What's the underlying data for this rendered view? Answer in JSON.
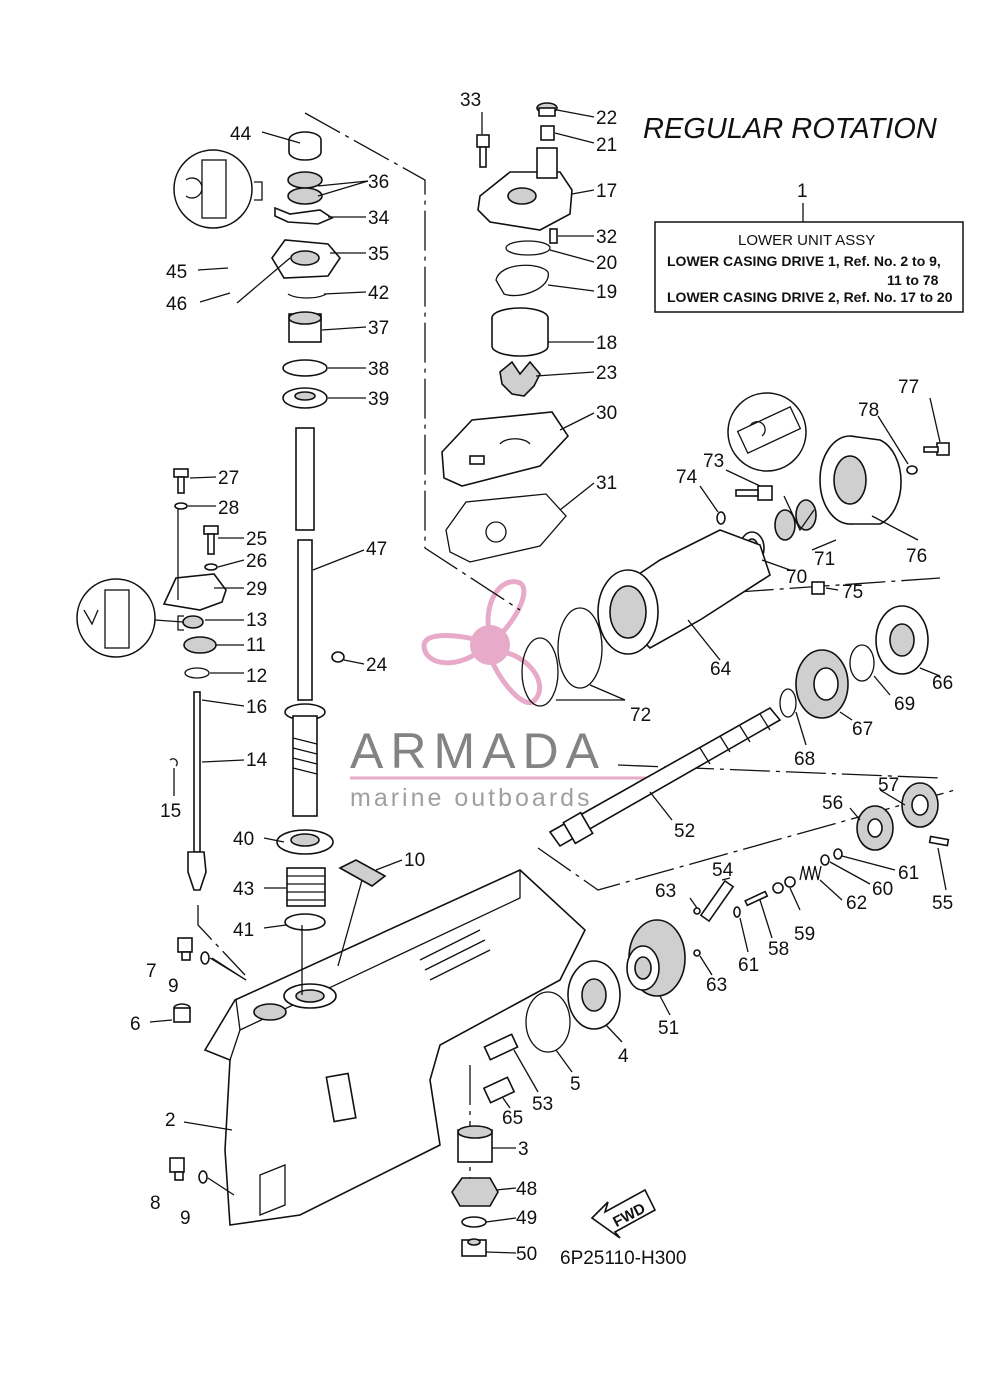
{
  "title": "REGULAR ROTATION",
  "drawing_code": "6P25110-H300",
  "fwd_label": "FWD",
  "watermark": {
    "brand": "ARMADA",
    "tagline": "marine outboards",
    "color": "#e6a6c6"
  },
  "assy_box": {
    "number": "1",
    "heading": "LOWER UNIT ASSY",
    "line1": "LOWER CASING DRIVE 1, Ref. No. 2 to 9,",
    "line2": "11 to 78",
    "line3": "LOWER CASING DRIVE 2,  Ref. No. 17 to 20"
  },
  "callouts": [
    {
      "n": "44"
    },
    {
      "n": "36"
    },
    {
      "n": "34"
    },
    {
      "n": "35"
    },
    {
      "n": "45"
    },
    {
      "n": "46"
    },
    {
      "n": "42"
    },
    {
      "n": "37"
    },
    {
      "n": "38"
    },
    {
      "n": "39"
    },
    {
      "n": "33"
    },
    {
      "n": "22"
    },
    {
      "n": "21"
    },
    {
      "n": "17"
    },
    {
      "n": "32"
    },
    {
      "n": "20"
    },
    {
      "n": "19"
    },
    {
      "n": "18"
    },
    {
      "n": "23"
    },
    {
      "n": "30"
    },
    {
      "n": "31"
    },
    {
      "n": "27"
    },
    {
      "n": "28"
    },
    {
      "n": "25"
    },
    {
      "n": "26"
    },
    {
      "n": "29"
    },
    {
      "n": "13"
    },
    {
      "n": "11"
    },
    {
      "n": "12"
    },
    {
      "n": "16"
    },
    {
      "n": "14"
    },
    {
      "n": "15"
    },
    {
      "n": "47"
    },
    {
      "n": "24"
    },
    {
      "n": "40"
    },
    {
      "n": "43"
    },
    {
      "n": "10"
    },
    {
      "n": "41"
    },
    {
      "n": "7"
    },
    {
      "n": "9"
    },
    {
      "n": "6"
    },
    {
      "n": "2"
    },
    {
      "n": "8"
    },
    {
      "n": "9"
    },
    {
      "n": "77"
    },
    {
      "n": "78"
    },
    {
      "n": "73"
    },
    {
      "n": "74"
    },
    {
      "n": "71"
    },
    {
      "n": "70"
    },
    {
      "n": "75"
    },
    {
      "n": "76"
    },
    {
      "n": "64"
    },
    {
      "n": "72"
    },
    {
      "n": "66"
    },
    {
      "n": "69"
    },
    {
      "n": "67"
    },
    {
      "n": "68"
    },
    {
      "n": "52"
    },
    {
      "n": "57"
    },
    {
      "n": "56"
    },
    {
      "n": "61"
    },
    {
      "n": "60"
    },
    {
      "n": "62"
    },
    {
      "n": "55"
    },
    {
      "n": "54"
    },
    {
      "n": "63"
    },
    {
      "n": "59"
    },
    {
      "n": "58"
    },
    {
      "n": "61"
    },
    {
      "n": "63"
    },
    {
      "n": "51"
    },
    {
      "n": "4"
    },
    {
      "n": "5"
    },
    {
      "n": "53"
    },
    {
      "n": "65"
    },
    {
      "n": "3"
    },
    {
      "n": "48"
    },
    {
      "n": "49"
    },
    {
      "n": "50"
    }
  ]
}
